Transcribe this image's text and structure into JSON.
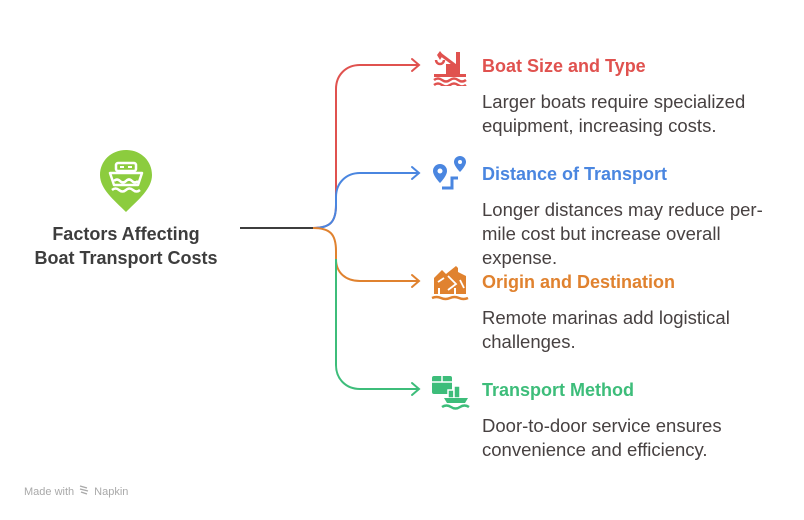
{
  "center": {
    "title_line1": "Factors Affecting",
    "title_line2": "Boat Transport Costs",
    "icon": "boat-pin-icon",
    "color": "#8ccc3e"
  },
  "root_line_color": "#3d3d3d",
  "branches": [
    {
      "title": "Boat Size and Type",
      "description": "Larger boats require specialized equipment, increasing costs.",
      "icon": "crane-boat-icon",
      "color": "#e0524f"
    },
    {
      "title": "Distance of Transport",
      "description": "Longer distances may reduce per-mile cost but increase overall expense.",
      "icon": "route-pins-icon",
      "color": "#4a86e0"
    },
    {
      "title": "Origin and Destination",
      "description": "Remote marinas add logistical challenges.",
      "icon": "marina-buildings-icon",
      "color": "#e0822f"
    },
    {
      "title": "Transport Method",
      "description": "Door-to-door service ensures convenience and efficiency.",
      "icon": "package-ship-icon",
      "color": "#3dbd7a"
    }
  ],
  "footer": {
    "made_with": "Made with",
    "brand": "Napkin",
    "icon": "napkin-logo-icon"
  }
}
